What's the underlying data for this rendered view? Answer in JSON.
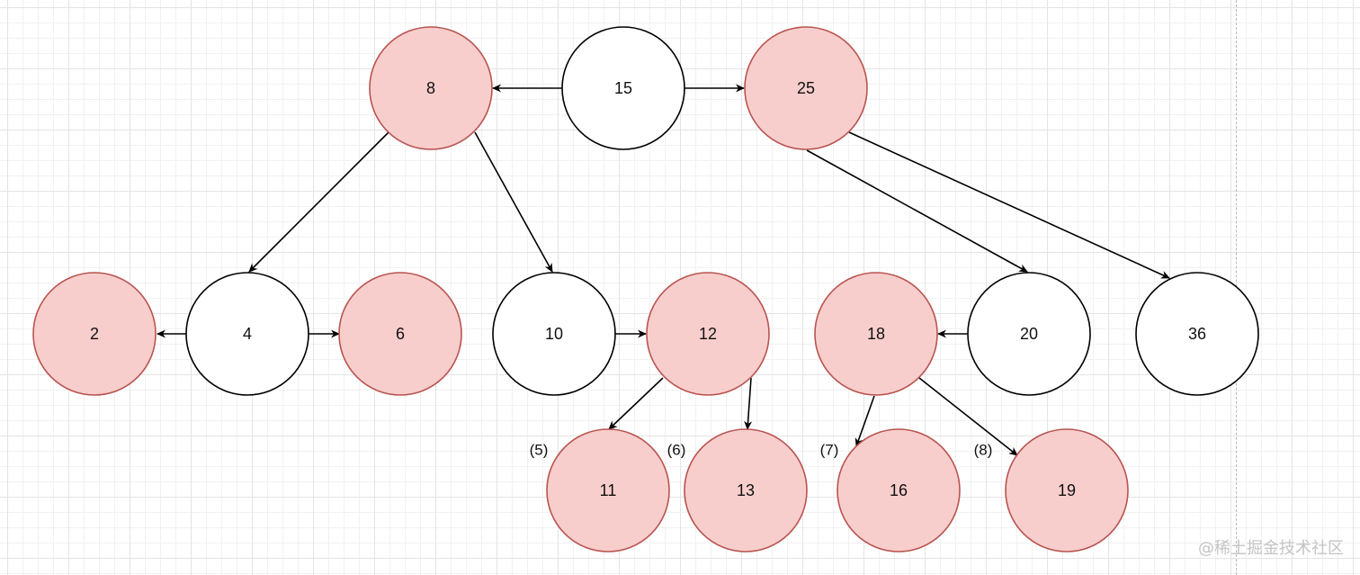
{
  "colors": {
    "highlight_fill": "#f8cecc",
    "highlight_stroke": "#b85450",
    "plain_fill": "#ffffff",
    "plain_stroke": "#000000"
  },
  "nodes": [
    {
      "id": "n8",
      "label": "8",
      "highlight": true
    },
    {
      "id": "n15",
      "label": "15",
      "highlight": false
    },
    {
      "id": "n25",
      "label": "25",
      "highlight": true
    },
    {
      "id": "n2",
      "label": "2",
      "highlight": true
    },
    {
      "id": "n4",
      "label": "4",
      "highlight": false
    },
    {
      "id": "n6",
      "label": "6",
      "highlight": true
    },
    {
      "id": "n10",
      "label": "10",
      "highlight": false
    },
    {
      "id": "n12",
      "label": "12",
      "highlight": true
    },
    {
      "id": "n18",
      "label": "18",
      "highlight": true
    },
    {
      "id": "n20",
      "label": "20",
      "highlight": false
    },
    {
      "id": "n36",
      "label": "36",
      "highlight": false
    },
    {
      "id": "n11",
      "label": "11",
      "highlight": true
    },
    {
      "id": "n13",
      "label": "13",
      "highlight": true
    },
    {
      "id": "n16",
      "label": "16",
      "highlight": true
    },
    {
      "id": "n19",
      "label": "19",
      "highlight": true
    }
  ],
  "edges": [
    {
      "from": "n15",
      "to": "n8"
    },
    {
      "from": "n15",
      "to": "n25"
    },
    {
      "from": "n8",
      "to": "n4"
    },
    {
      "from": "n8",
      "to": "n10"
    },
    {
      "from": "n25",
      "to": "n20"
    },
    {
      "from": "n25",
      "to": "n36"
    },
    {
      "from": "n4",
      "to": "n2"
    },
    {
      "from": "n4",
      "to": "n6"
    },
    {
      "from": "n10",
      "to": "n12"
    },
    {
      "from": "n20",
      "to": "n18"
    },
    {
      "from": "n12",
      "to": "n11"
    },
    {
      "from": "n12",
      "to": "n13"
    },
    {
      "from": "n18",
      "to": "n16"
    },
    {
      "from": "n18",
      "to": "n19"
    }
  ],
  "annotations": [
    {
      "id": "a5",
      "text": "(5)"
    },
    {
      "id": "a6",
      "text": "(6)"
    },
    {
      "id": "a7",
      "text": "(7)"
    },
    {
      "id": "a8",
      "text": "(8)"
    }
  ],
  "watermark": "@稀土掘金技术社区"
}
